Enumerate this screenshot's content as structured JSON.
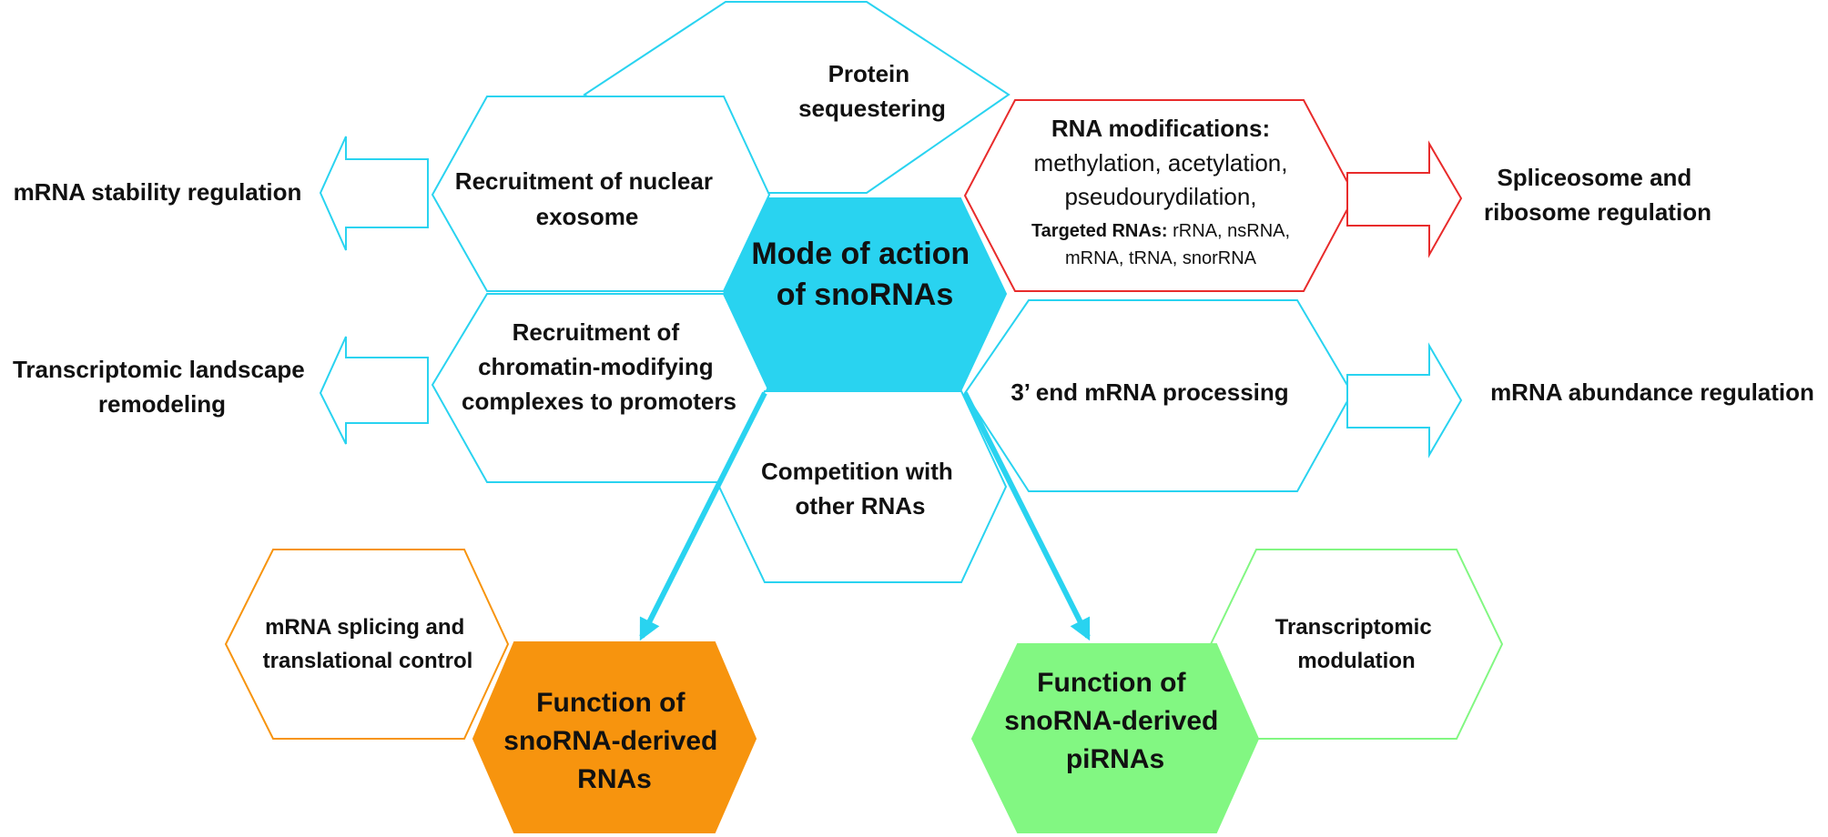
{
  "center": {
    "lines": [
      "Mode of action",
      "of snoRNAs"
    ],
    "color": "#29d3f0"
  },
  "hexagons": {
    "protein_sequestering": [
      "Protein",
      "sequestering"
    ],
    "nuclear_exosome": [
      "Recruitment of nuclear",
      "exosome"
    ],
    "chromatin": [
      "Recruitment of",
      "chromatin-modifying",
      "complexes to promoters"
    ],
    "competition": [
      "Competition with",
      "other RNAs"
    ],
    "end_processing": [
      "3’ end mRNA processing"
    ],
    "rna_mod": {
      "title": "RNA modifications:",
      "line2": "methylation,  acetylation,",
      "line3": "pseudourydilation,",
      "targeted_label": "Targeted RNAs:",
      "targeted_value": " rRNA,  nsRNA,",
      "line5": "mRNA,  tRNA,  snorRNA"
    },
    "derived_rnas": [
      "Function of",
      "snoRNA-derived",
      "RNAs"
    ],
    "splicing": [
      "mRNA splicing and",
      "translational control"
    ],
    "derived_pirnas": [
      "Function of",
      "snoRNA-derived",
      "piRNAs"
    ],
    "transcriptomic_mod": [
      "Transcriptomic",
      "modulation"
    ]
  },
  "outcomes": {
    "mrna_stability": [
      "mRNA stability regulation"
    ],
    "transcriptomic_landscape": [
      "Transcriptomic landscape",
      "remodeling"
    ],
    "spliceosome": [
      "Spliceosome and",
      "ribosome regulation"
    ],
    "mrna_abundance": [
      "mRNA abundance regulation"
    ]
  },
  "colors": {
    "cyan": "#29d3f0",
    "red": "#e82b2b",
    "orange": "#f7940e",
    "green": "#82f782",
    "text": "#111111"
  }
}
